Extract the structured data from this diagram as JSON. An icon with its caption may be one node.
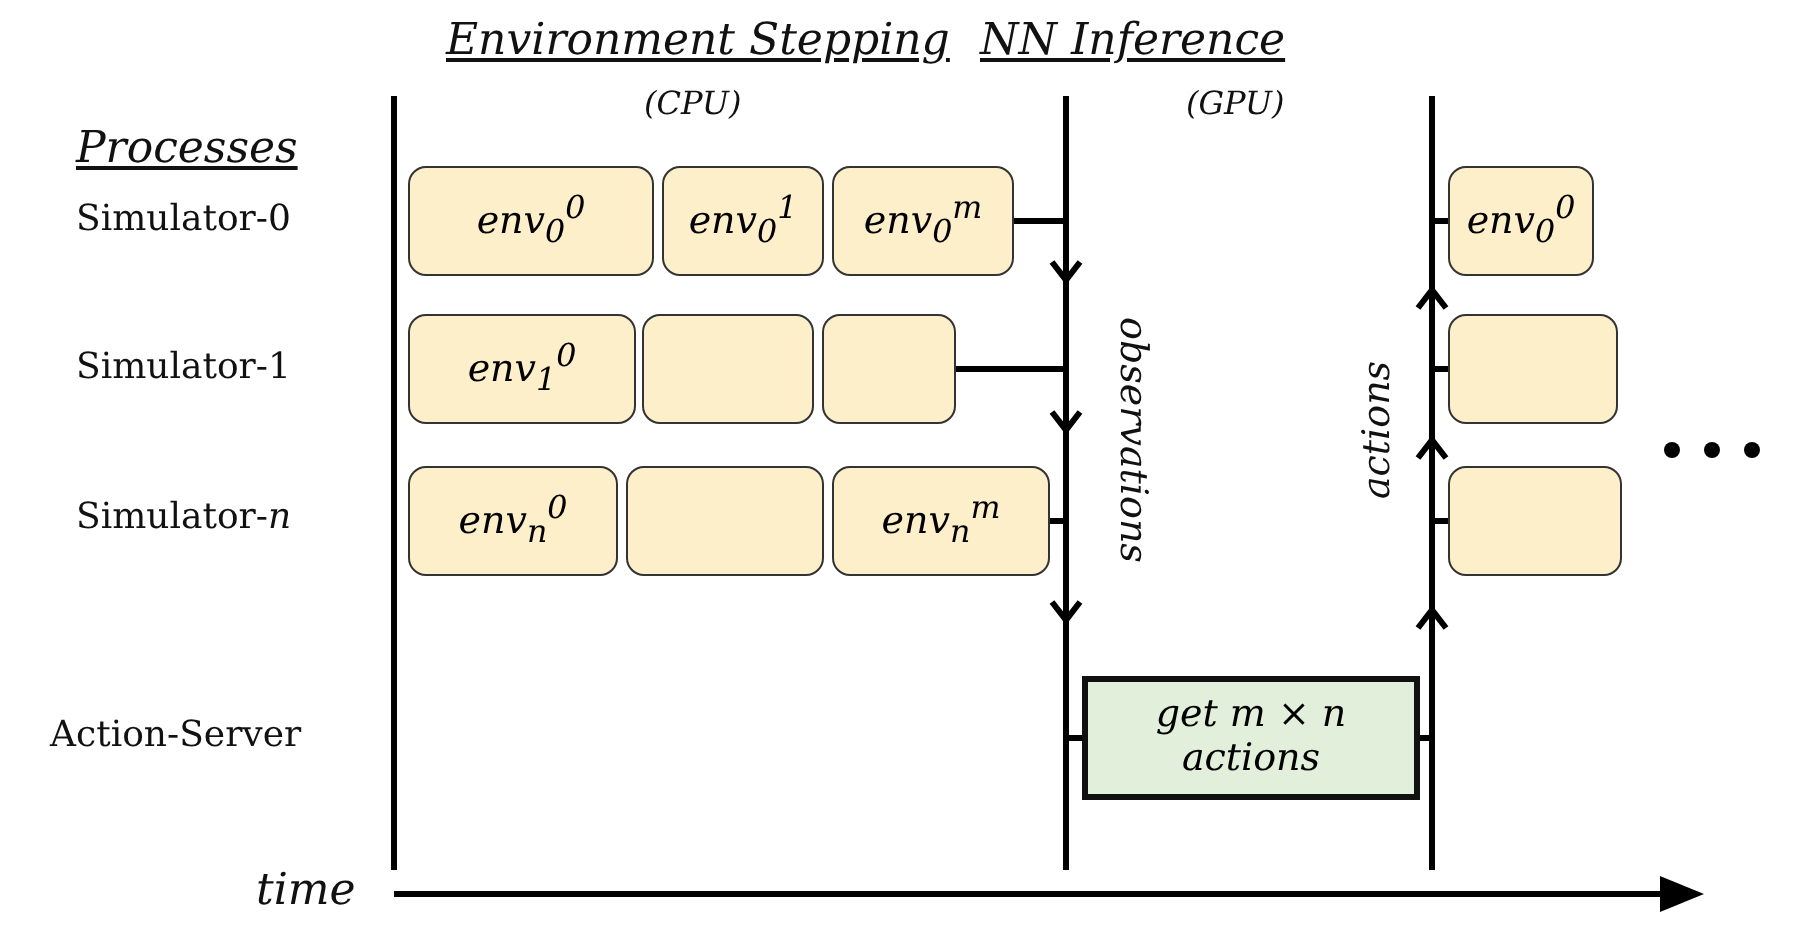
{
  "diagram": {
    "nodes": [
      {
        "text": [
          "env$_{0}$$^{0}$"
        ]
      },
      {
        "text": [
          "env$_{0}$$^{1}$"
        ]
      },
      {
        "text": [
          "env$_{0}$$^{m}$"
        ]
      },
      {
        "text": [
          "env$_{0}$$^{0}$"
        ]
      },
      {
        "text": [
          "env$_{1}$$^{0}$"
        ]
      },
      {
        "text": [],
        "shape": "box"
      },
      {
        "text": [],
        "shape": "box"
      },
      {
        "text": [],
        "shape": "box"
      },
      {
        "text": [
          "env$_{n}$$^{0}$"
        ]
      },
      {
        "text": [],
        "shape": "box"
      },
      {
        "text": [
          "env$_{n}$$^{m}$"
        ]
      },
      {
        "text": [],
        "shape": "box"
      },
      {
        "text": [
          "get m × n actions"
        ]
      },
      {
        "text": [],
        "shape": "bar"
      },
      {
        "text": [],
        "shape": "bar"
      }
    ],
    "edges": [
      {
        "from": 2,
        "to": 13,
        "arrow": "none"
      },
      {
        "from": 6,
        "to": 13,
        "arrow": "none"
      },
      {
        "from": 10,
        "to": 13,
        "arrow": "none"
      },
      {
        "from": 13,
        "to": 12,
        "arrow": "none"
      },
      {
        "from": 12,
        "to": 14,
        "arrow": "none"
      },
      {
        "from": 14,
        "to": 3,
        "arrow": "none"
      },
      {
        "from": 14,
        "to": 7,
        "arrow": "none"
      },
      {
        "from": 14,
        "to": 11,
        "arrow": "none"
      }
    ],
    "labels": [
      "Environment Stepping",
      "NN Inference",
      "(CPU)",
      "(GPU)",
      "Processes",
      "Simulator-0",
      "Simulator-1",
      "Simulator-*n*",
      "observations",
      "actions",
      "Action-Server",
      "time"
    ]
  }
}
